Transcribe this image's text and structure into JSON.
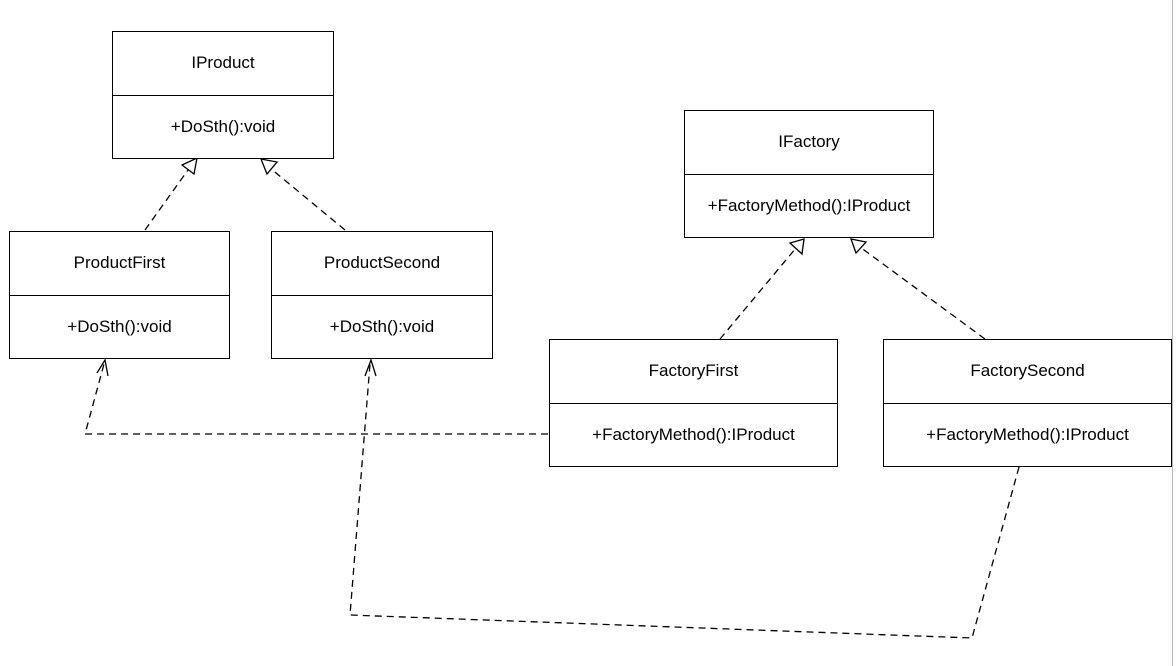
{
  "classes": {
    "iproduct": {
      "name": "IProduct",
      "method": "+DoSth():void"
    },
    "product_first": {
      "name": "ProductFirst",
      "method": "+DoSth():void"
    },
    "product_second": {
      "name": "ProductSecond",
      "method": "+DoSth():void"
    },
    "ifactory": {
      "name": "IFactory",
      "method": "+FactoryMethod():IProduct"
    },
    "factory_first": {
      "name": "FactoryFirst",
      "method": "+FactoryMethod():IProduct"
    },
    "factory_second": {
      "name": "FactorySecond",
      "method": "+FactoryMethod():IProduct"
    }
  },
  "relationships": [
    {
      "type": "realization",
      "from": "ProductFirst",
      "to": "IProduct"
    },
    {
      "type": "realization",
      "from": "ProductSecond",
      "to": "IProduct"
    },
    {
      "type": "realization",
      "from": "FactoryFirst",
      "to": "IFactory"
    },
    {
      "type": "realization",
      "from": "FactorySecond",
      "to": "IFactory"
    },
    {
      "type": "dependency",
      "from": "FactoryFirst",
      "to": "ProductFirst"
    },
    {
      "type": "dependency",
      "from": "FactorySecond",
      "to": "ProductSecond"
    }
  ]
}
